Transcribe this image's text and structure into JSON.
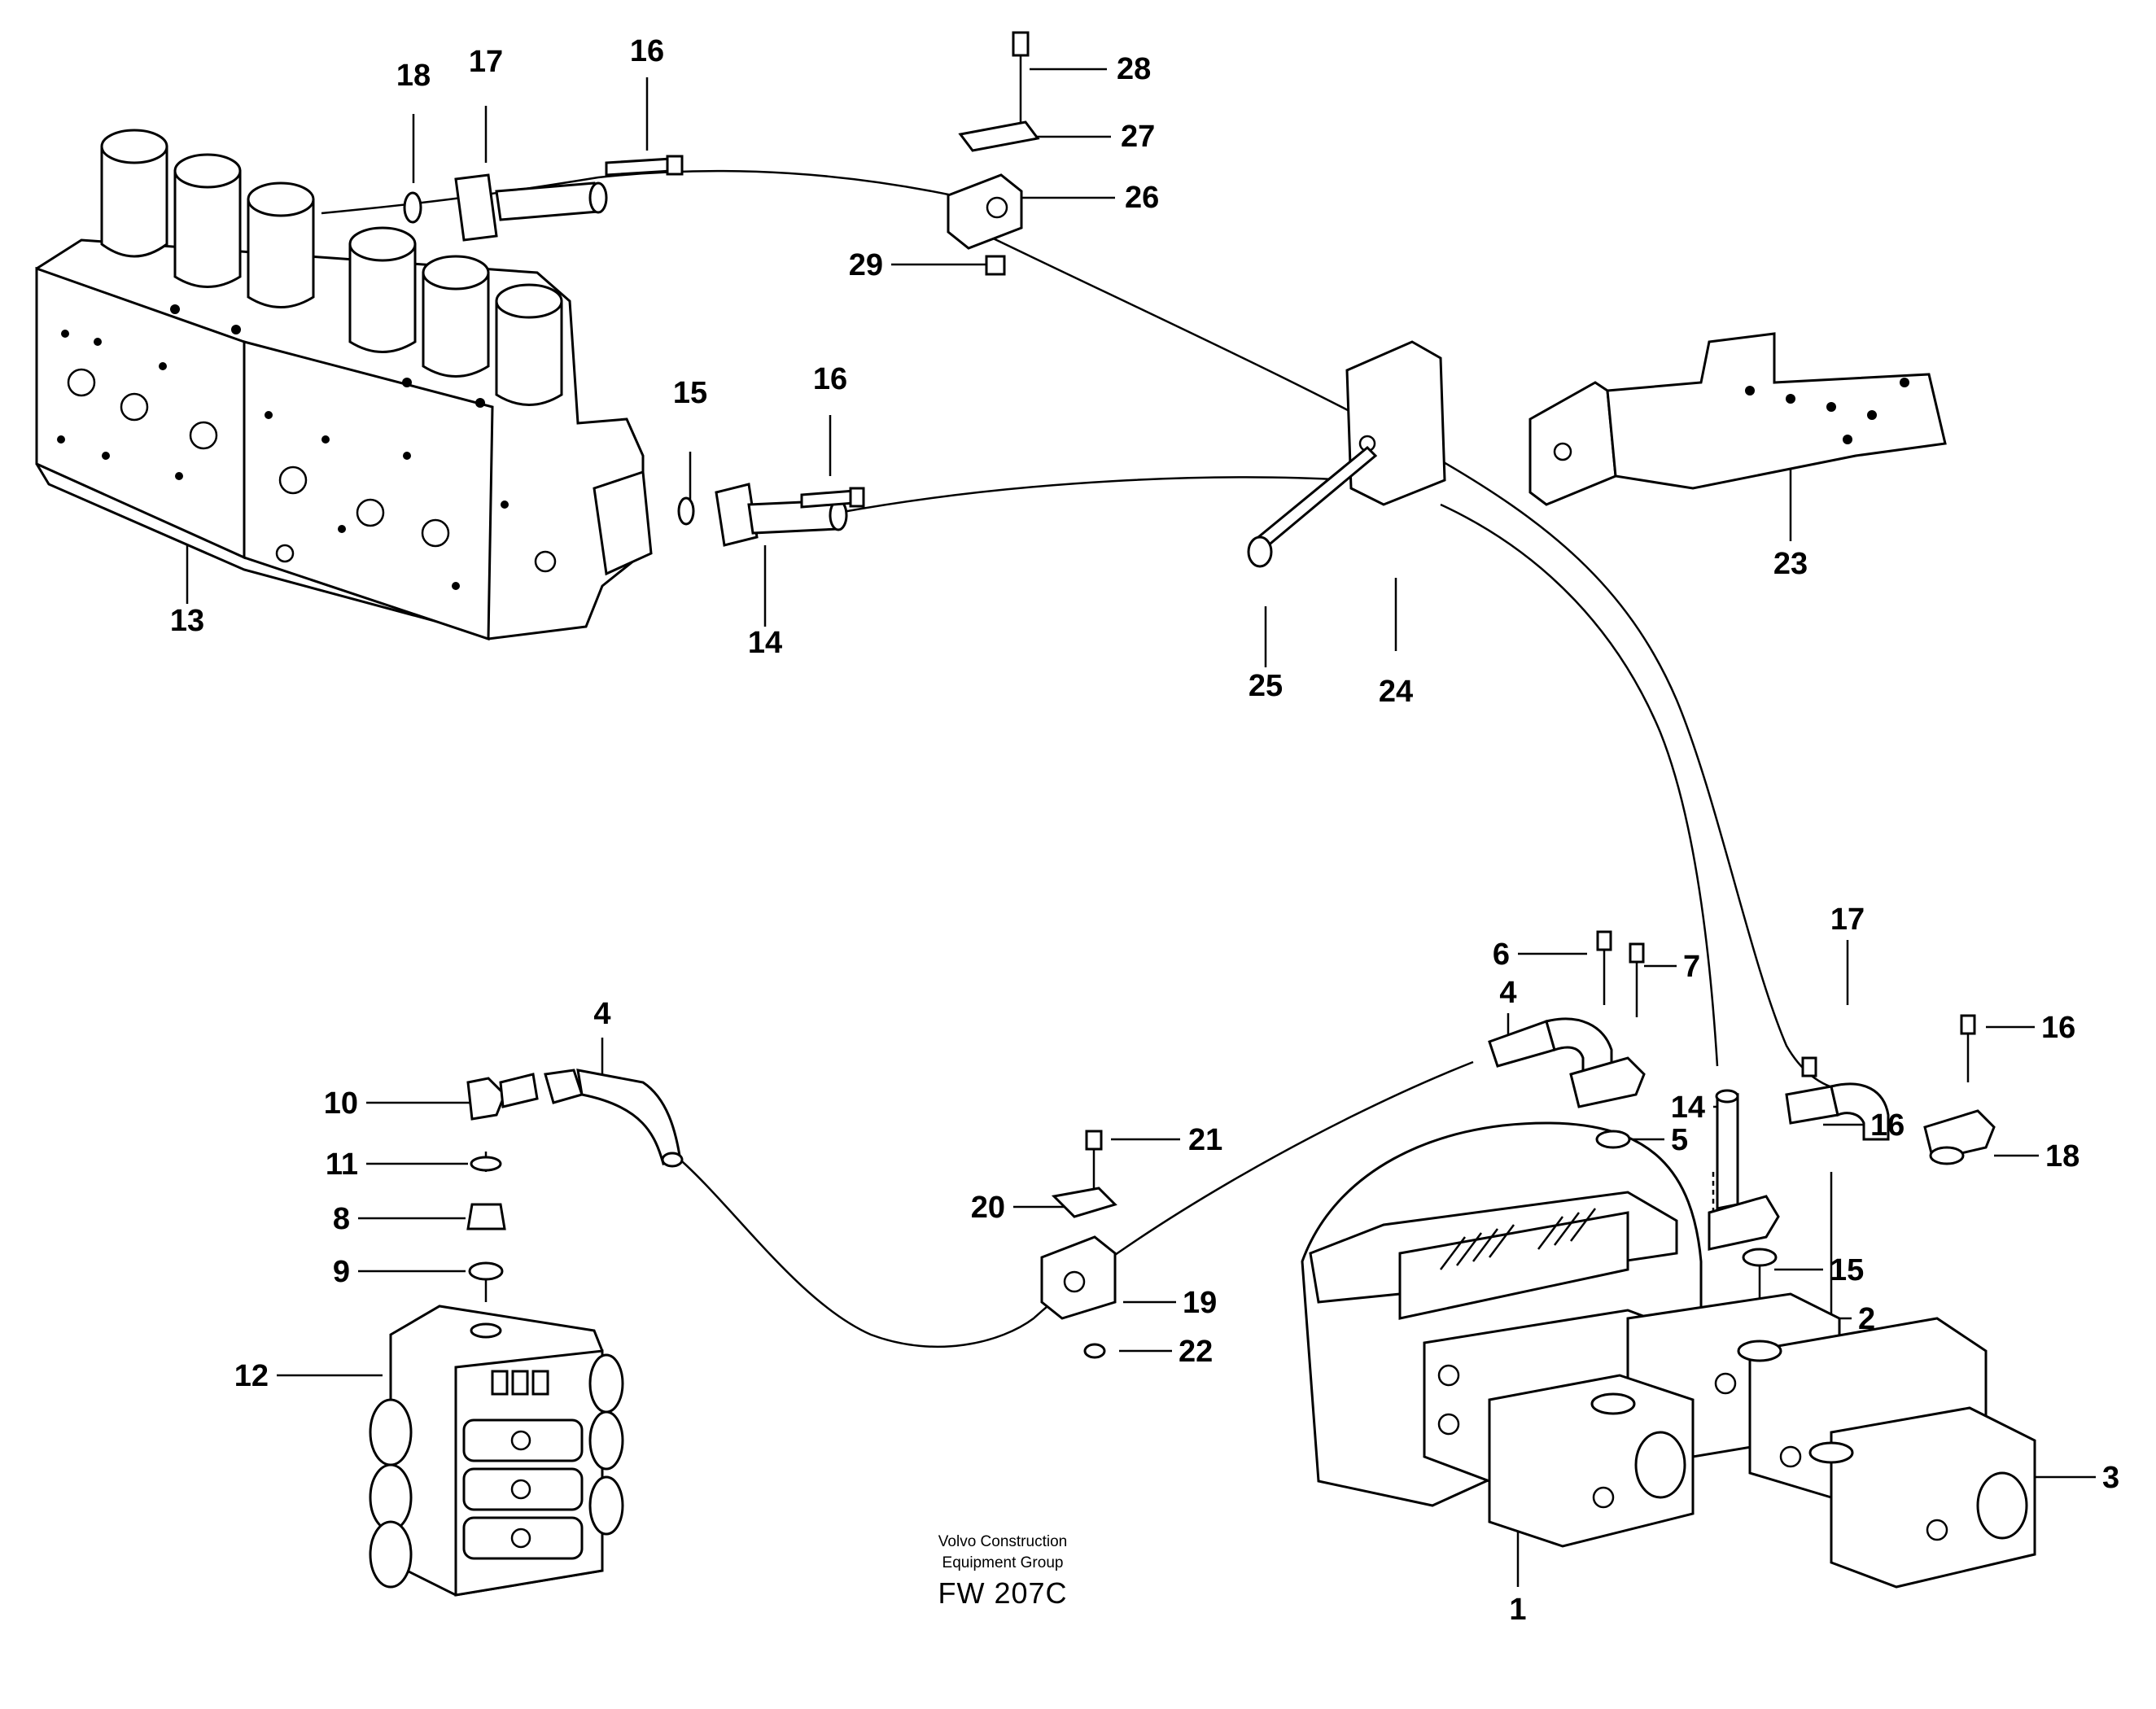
{
  "diagram": {
    "labels": [
      {
        "id": "l18a",
        "text": "18"
      },
      {
        "id": "l17a",
        "text": "17"
      },
      {
        "id": "l16a",
        "text": "16"
      },
      {
        "id": "l28",
        "text": "28"
      },
      {
        "id": "l27",
        "text": "27"
      },
      {
        "id": "l26",
        "text": "26"
      },
      {
        "id": "l29",
        "text": "29"
      },
      {
        "id": "l15a",
        "text": "15"
      },
      {
        "id": "l16b",
        "text": "16"
      },
      {
        "id": "l13",
        "text": "13"
      },
      {
        "id": "l14a",
        "text": "14"
      },
      {
        "id": "l25",
        "text": "25"
      },
      {
        "id": "l24",
        "text": "24"
      },
      {
        "id": "l23",
        "text": "23"
      },
      {
        "id": "l6",
        "text": "6"
      },
      {
        "id": "l7",
        "text": "7"
      },
      {
        "id": "l4b",
        "text": "4"
      },
      {
        "id": "l17b",
        "text": "17"
      },
      {
        "id": "l16c",
        "text": "16"
      },
      {
        "id": "l14b",
        "text": "14"
      },
      {
        "id": "l5",
        "text": "5"
      },
      {
        "id": "l16d",
        "text": "16"
      },
      {
        "id": "l18b",
        "text": "18"
      },
      {
        "id": "l15b",
        "text": "15"
      },
      {
        "id": "l2",
        "text": "2"
      },
      {
        "id": "l3",
        "text": "3"
      },
      {
        "id": "l1",
        "text": "1"
      },
      {
        "id": "l4a",
        "text": "4"
      },
      {
        "id": "l10",
        "text": "10"
      },
      {
        "id": "l11",
        "text": "11"
      },
      {
        "id": "l8",
        "text": "8"
      },
      {
        "id": "l9",
        "text": "9"
      },
      {
        "id": "l12",
        "text": "12"
      },
      {
        "id": "l21",
        "text": "21"
      },
      {
        "id": "l20",
        "text": "20"
      },
      {
        "id": "l19",
        "text": "19"
      },
      {
        "id": "l22",
        "text": "22"
      }
    ],
    "credit_line1": "Volvo Construction",
    "credit_line2": "Equipment Group",
    "drawing_code": "FW 207C"
  }
}
